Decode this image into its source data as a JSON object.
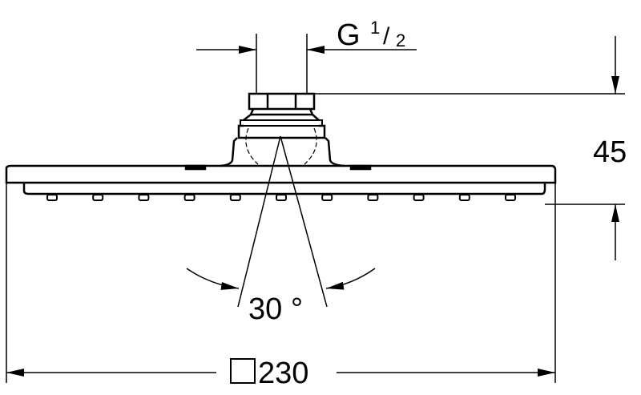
{
  "drawing": {
    "thread_label": {
      "letter": "G",
      "numerator": "1",
      "slash": "/",
      "denominator": "2"
    },
    "height_dimension": "45",
    "angle_dimension": "30 °",
    "width_dimension": "230",
    "width_symbol": "square",
    "nozzle_count": 11
  },
  "colors": {
    "line": "#000000",
    "background": "#ffffff"
  }
}
